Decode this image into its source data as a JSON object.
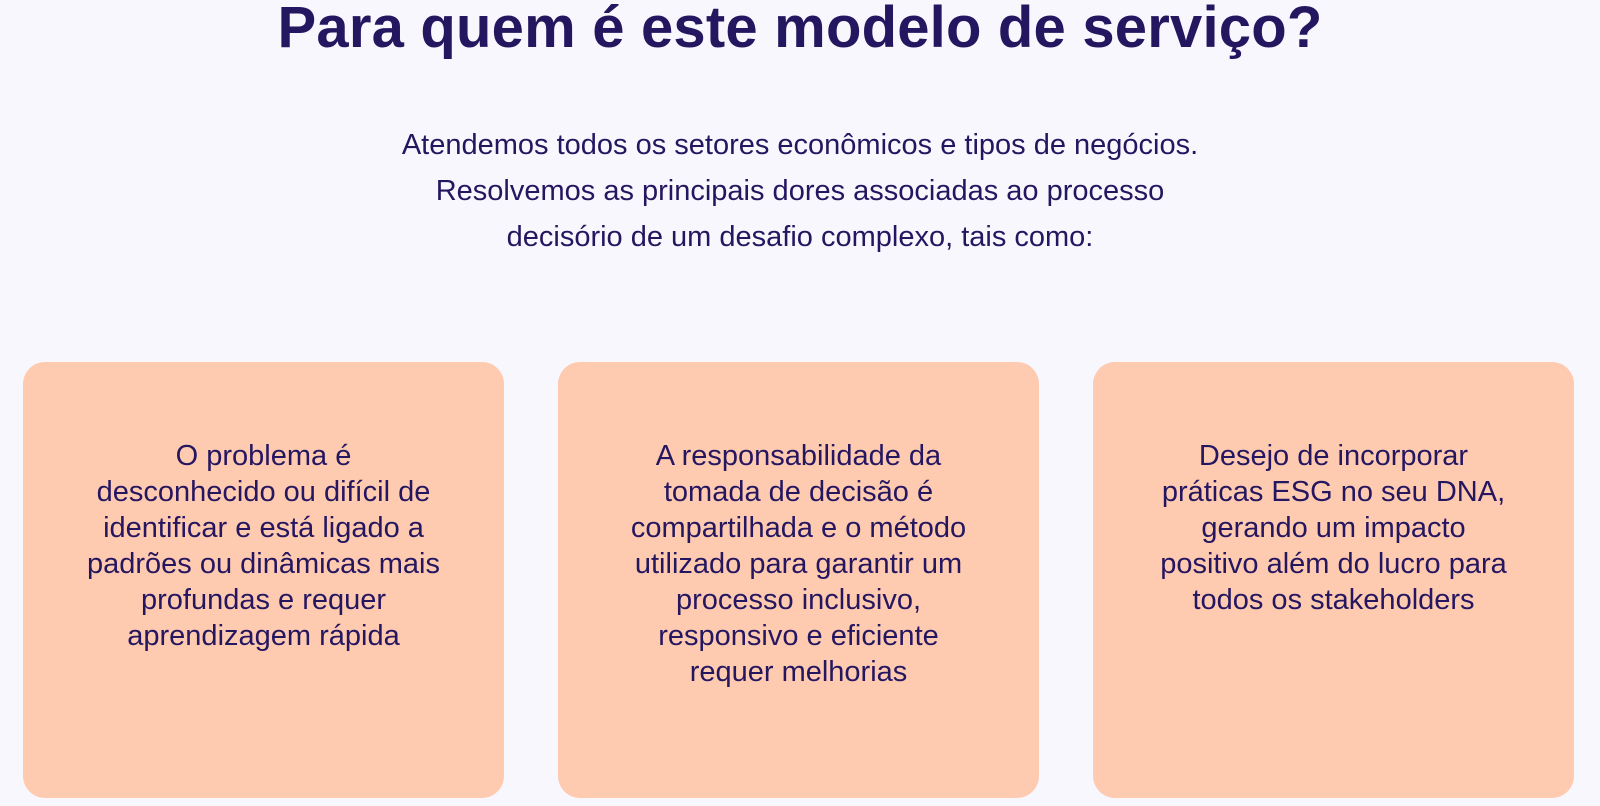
{
  "header": {
    "title": "Para quem é este modelo de serviço?"
  },
  "intro": {
    "lines": [
      "Atendemos todos os setores econômicos e tipos de negócios.",
      "Resolvemos as principais dores associadas ao processo",
      "decisório de um desafio complexo, tais como:"
    ]
  },
  "cards": [
    {
      "text": "O problema é desconhecido ou difícil de identificar e está ligado a padrões ou dinâmicas mais profundas e requer aprendizagem rápida"
    },
    {
      "text": "A responsabilidade da tomada de decisão é compartilhada e o método utilizado para garantir um processo inclusivo, responsivo e eficiente requer melhorias"
    },
    {
      "text": "Desejo de incorporar práticas ESG no seu DNA, gerando um impacto positivo além do lucro para todos os stakeholders"
    }
  ],
  "colors": {
    "background": "#f8f7fd",
    "text": "#251660",
    "card_background": "#fecab0"
  }
}
